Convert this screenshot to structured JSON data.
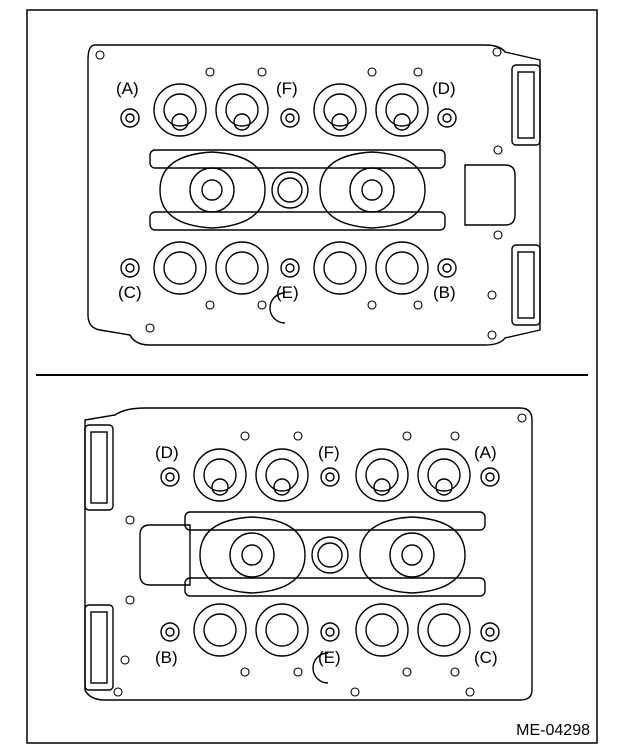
{
  "figure_code": "ME-04298",
  "top_view": {
    "labels": [
      "(A)",
      "(F)",
      "(D)",
      "(C)",
      "(E)",
      "(B)"
    ]
  },
  "bottom_view": {
    "labels": [
      "(D)",
      "(F)",
      "(A)",
      "(B)",
      "(E)",
      "(C)"
    ]
  }
}
